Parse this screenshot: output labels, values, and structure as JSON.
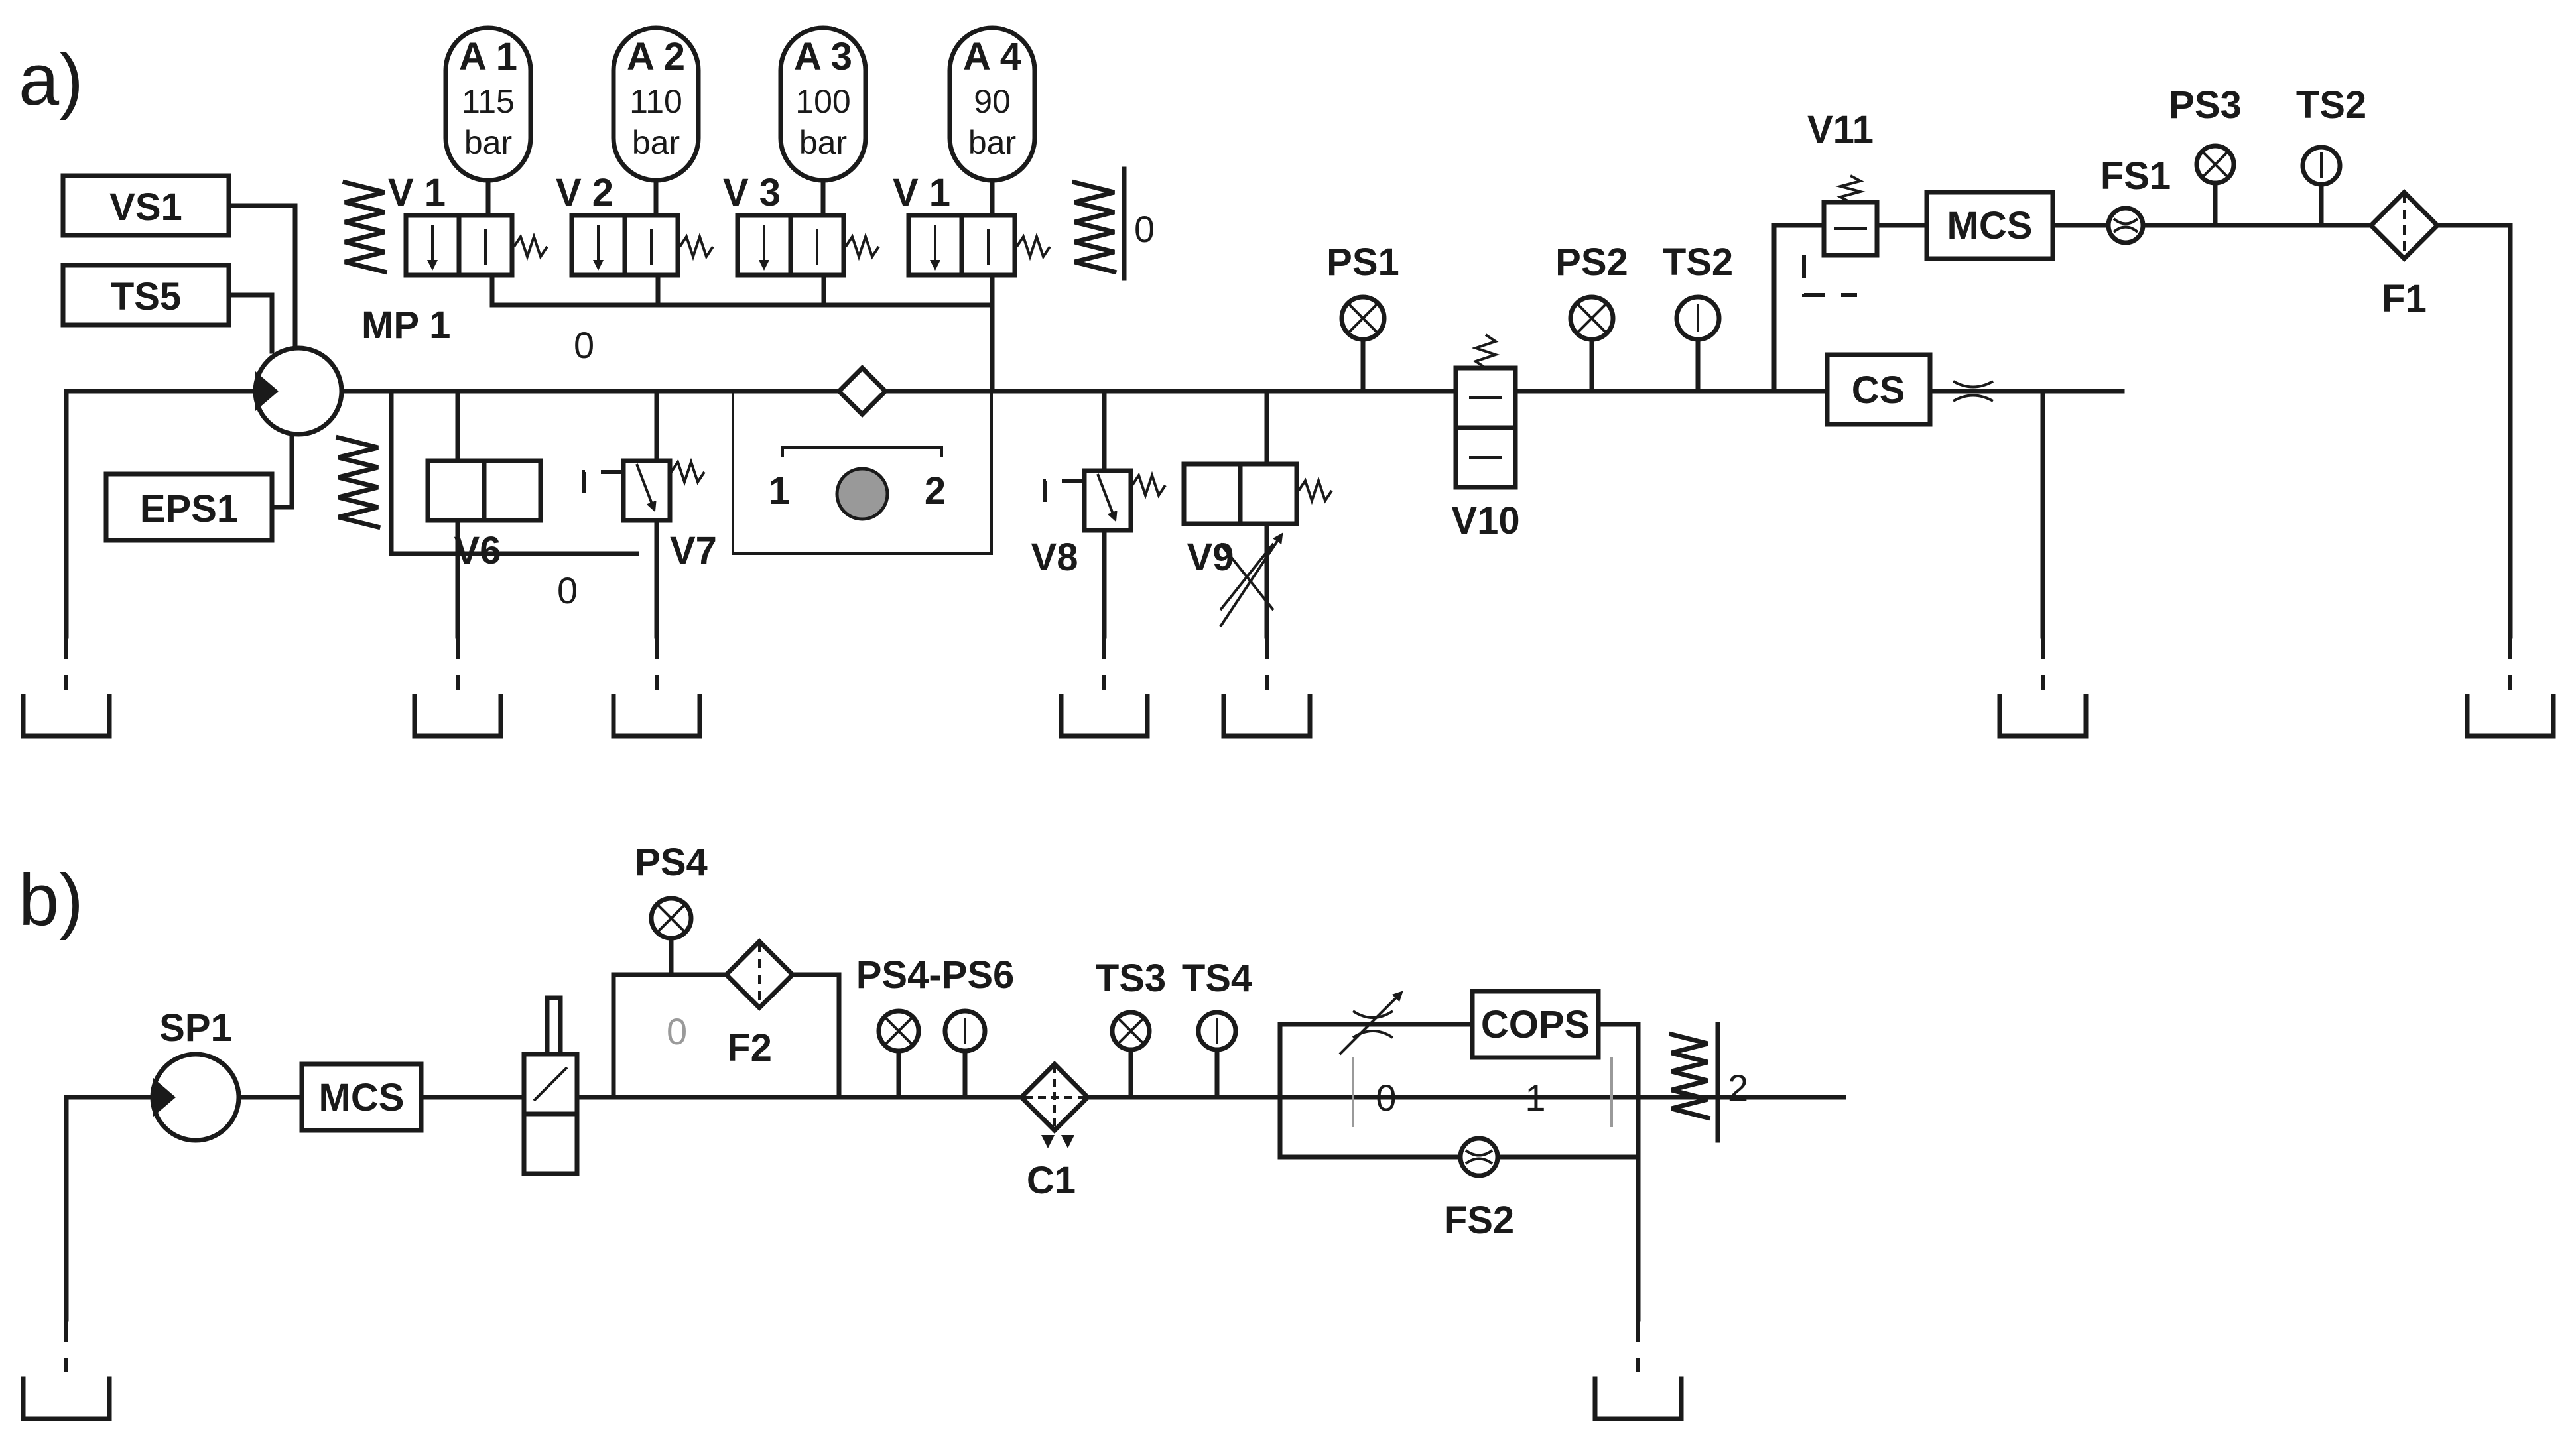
{
  "panels": {
    "a": "a)",
    "b": "b)"
  },
  "accumulators": [
    {
      "name": "A 1",
      "pressure": "115",
      "unit": "bar"
    },
    {
      "name": "A 2",
      "pressure": "110",
      "unit": "bar"
    },
    {
      "name": "A 3",
      "pressure": "100",
      "unit": "bar"
    },
    {
      "name": "A 4",
      "pressure": "90",
      "unit": "bar"
    }
  ],
  "valves_top": [
    "V 1",
    "V 2",
    "V 3",
    "V 1"
  ],
  "sensors_a": {
    "vs1": "VS1",
    "ts5": "TS5",
    "eps1": "EPS1",
    "mp1": "MP 1",
    "ps1": "PS1",
    "ps2": "PS2",
    "ts2a": "TS2",
    "v10": "V10",
    "v11": "V11",
    "mcs": "MCS",
    "fs1": "FS1",
    "ps3": "PS3",
    "ts2b": "TS2",
    "f1": "F1",
    "cs": "CS",
    "v6": "V6",
    "v7": "V7",
    "v8": "V8",
    "v9": "V9"
  },
  "zeros_a": {
    "z1": "0",
    "z2": "0",
    "z3": "0"
  },
  "ports": {
    "p1": "1",
    "p2": "2"
  },
  "b": {
    "sp1": "SP1",
    "mcs": "MCS",
    "ps4": "PS4",
    "f2": "F2",
    "zero_f2": "0",
    "ps4ps6": "PS4-PS6",
    "ts3": "TS3",
    "ts4": "TS4",
    "c1": "C1",
    "cops": "COPS",
    "z0": "0",
    "z1": "1",
    "fs2": "FS2",
    "two": "2"
  }
}
